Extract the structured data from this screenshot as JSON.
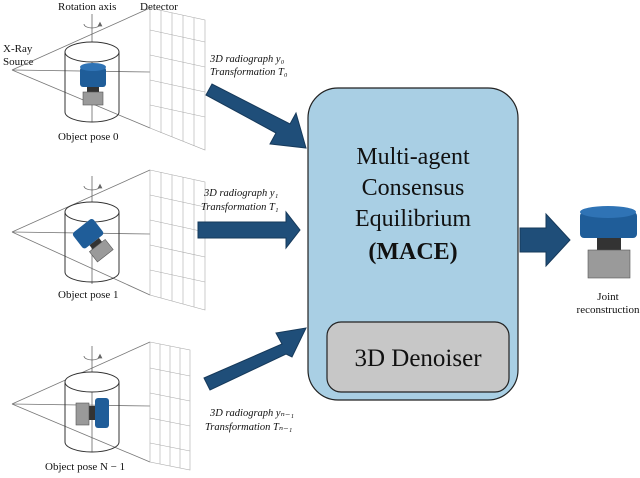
{
  "top_labels": {
    "rotation_axis": "Rotation axis",
    "detector": "Detector"
  },
  "source_label": [
    "X-Ray",
    "Source"
  ],
  "poses": [
    {
      "caption": "Object pose 0"
    },
    {
      "caption": "Object pose 1"
    },
    {
      "caption": "Object pose N − 1"
    }
  ],
  "arrows": [
    {
      "line1": "3D radiograph y₀",
      "line2": "Transformation T₀"
    },
    {
      "line1": "3D radiograph y₁",
      "line2": "Transformation T₁"
    },
    {
      "line1": "3D radiograph yₙ₋₁",
      "line2": "Transformation Tₙ₋₁"
    }
  ],
  "mace": {
    "lines": [
      "Multi-agent",
      "Consensus",
      "Equilibrium"
    ],
    "acronym": "(MACE)"
  },
  "denoiser": {
    "label": "3D Denoiser"
  },
  "output": {
    "label": [
      "Joint",
      "reconstruction"
    ]
  },
  "colors": {
    "box_fill": "#a9cfe4",
    "denoiser_fill": "#c7c7c7",
    "arrow_fill": "#1f4e79",
    "object_blue": "#1f5d99",
    "object_dark": "#333333",
    "object_gray": "#9a9a9a"
  }
}
